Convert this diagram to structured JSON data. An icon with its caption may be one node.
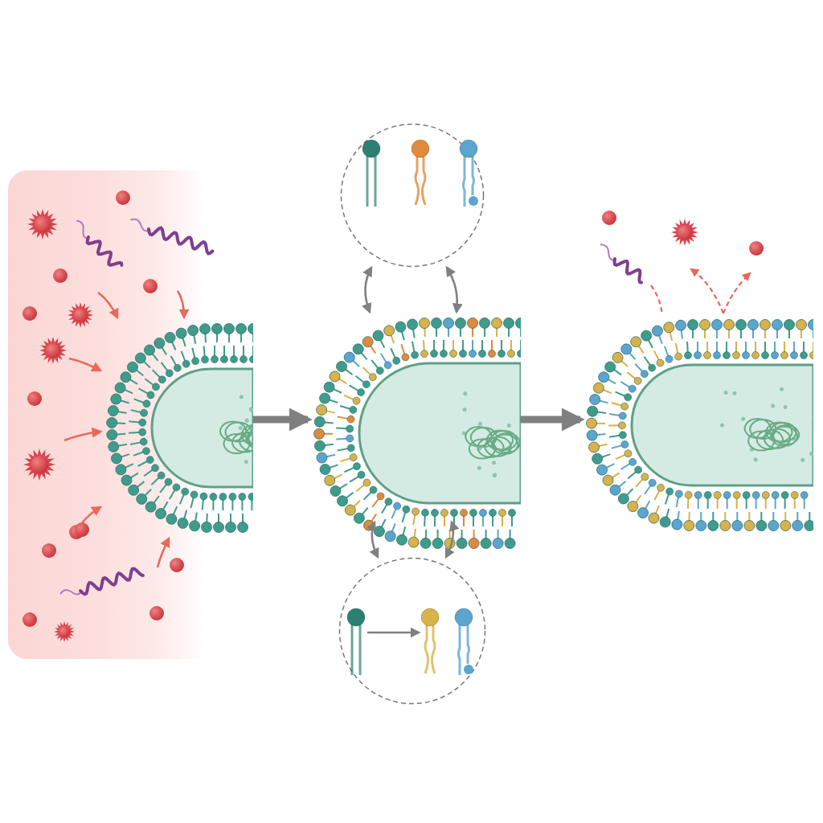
{
  "diagram": {
    "nodes": [
      {
        "text": [],
        "shape": "picture"
      },
      {
        "text": [],
        "shape": "picture"
      },
      {
        "text": [],
        "shape": "picture"
      },
      {
        "text": [],
        "shape": "circle"
      },
      {
        "text": [],
        "shape": "picture",
        "in": 3
      },
      {
        "text": [],
        "shape": "picture",
        "in": 3
      },
      {
        "text": [],
        "shape": "picture",
        "in": 3
      },
      {
        "text": [],
        "shape": "circle"
      },
      {
        "text": [],
        "shape": "picture",
        "in": 7
      },
      {
        "text": [],
        "shape": "picture",
        "in": 7
      },
      {
        "text": [],
        "shape": "picture",
        "in": 7
      }
    ],
    "edges": [
      {
        "from": 0,
        "to": 1,
        "arrow": "to",
        "style": "thick",
        "color": "#808080"
      },
      {
        "from": 1,
        "to": 2,
        "arrow": "to",
        "style": "thick",
        "color": "#808080"
      },
      {
        "from": 3,
        "to": 1,
        "arrow": "both",
        "color": "#808080"
      },
      {
        "from": 3,
        "to": 1,
        "arrow": "both",
        "color": "#808080"
      },
      {
        "from": 7,
        "to": 1,
        "arrow": "both",
        "color": "#808080"
      },
      {
        "from": 7,
        "to": 1,
        "arrow": "both",
        "color": "#808080"
      },
      {
        "from": 8,
        "to": 9,
        "arrow": "to",
        "color": "#808080"
      },
      {
        "from": null,
        "to": 0,
        "arrow": "to",
        "color": "#e8685c"
      },
      {
        "from": null,
        "to": 0,
        "arrow": "to",
        "color": "#e8685c"
      },
      {
        "from": null,
        "to": 0,
        "arrow": "to",
        "color": "#e8685c"
      },
      {
        "from": null,
        "to": 0,
        "arrow": "to",
        "color": "#e8685c"
      },
      {
        "from": null,
        "to": 0,
        "arrow": "to",
        "color": "#e8685c"
      },
      {
        "from": null,
        "to": 0,
        "arrow": "to",
        "color": "#e8685c"
      },
      {
        "from": null,
        "to": 2,
        "arrow": "none",
        "style": "dashed",
        "color": "#e8685c"
      },
      {
        "from": 2,
        "to": null,
        "arrow": "to",
        "style": "dashed",
        "color": "#e8685c"
      },
      {
        "from": 2,
        "to": null,
        "arrow": "to",
        "style": "dashed",
        "color": "#e8685c"
      }
    ]
  }
}
